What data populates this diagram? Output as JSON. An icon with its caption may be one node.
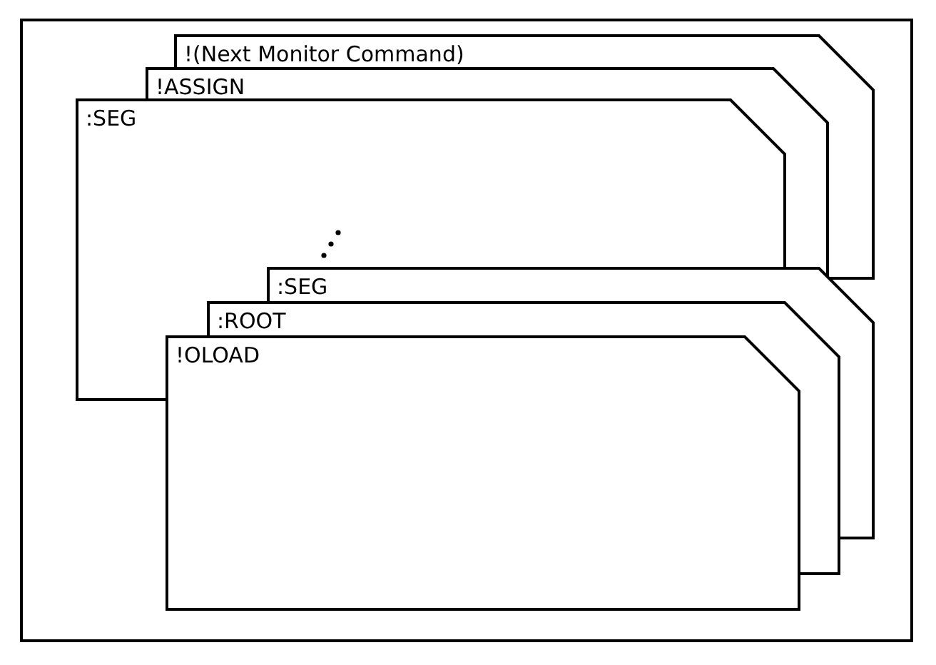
{
  "diagram": {
    "nodes": [
      {
        "text": [
          "!(Next Monitor Command)"
        ]
      },
      {
        "text": [
          "!ASSIGN"
        ]
      },
      {
        "text": [
          ":SEG"
        ]
      },
      {
        "text": [
          ":SEG"
        ]
      },
      {
        "text": [
          ":ROOT"
        ]
      },
      {
        "text": [
          "!OLOAD"
        ]
      }
    ]
  }
}
